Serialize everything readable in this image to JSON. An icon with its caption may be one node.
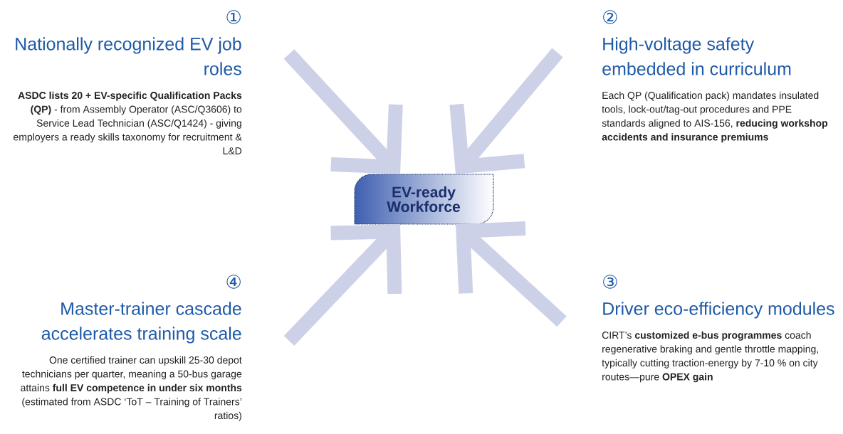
{
  "diagram": {
    "nodes": [
      {
        "text": [
          "①",
          "Nationally recognized EV job roles",
          "**ASDC lists 20 + EV-specific Qualification Packs (QP)** - from Assembly Operator (ASC/Q3606) to Service Lead Technician (ASC/Q1424) - giving employers a ready skills taxonomy for recruitment & L&D"
        ]
      },
      {
        "text": [
          "②",
          "High-voltage safety embedded in curriculum",
          "Each QP (Qualification pack) mandates insulated tools, lock-out/tag-out procedures and PPE standards aligned to AIS-156, **reducing workshop accidents and insurance premiums**"
        ]
      },
      {
        "text": [
          "EV-ready Workforce"
        ]
      },
      {
        "text": [
          "④",
          "Master-trainer cascade accelerates training scale",
          "One certified trainer can upskill 25-30 depot technicians per quarter, meaning a 50-bus garage attains **full EV competence in under six months** (estimated from ASDC ‘ToT – Training of Trainers’ ratios)"
        ]
      },
      {
        "text": [
          "③",
          "Driver eco-efficiency modules",
          "CIRT’s **customized e-bus programmes** coach regenerative braking and gentle throttle mapping, typically cutting traction-energy by 7-10 % on city routes—pure **OPEX gain**"
        ]
      }
    ],
    "edges": [
      {
        "from": 0,
        "to": 2,
        "arrow": "to"
      },
      {
        "from": 1,
        "to": 2,
        "arrow": "to"
      },
      {
        "from": 3,
        "to": 2,
        "arrow": "to"
      },
      {
        "from": 4,
        "to": 2,
        "arrow": "to"
      }
    ]
  }
}
